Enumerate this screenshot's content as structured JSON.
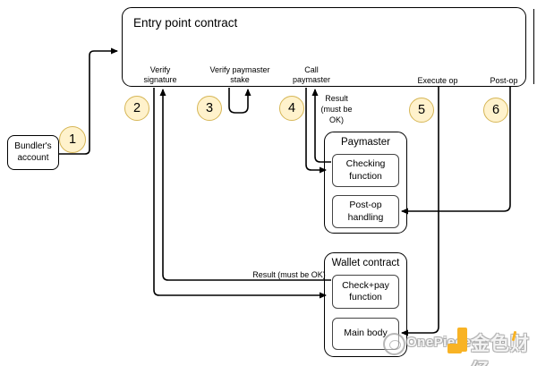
{
  "colors": {
    "step_fill": "#fff2cc",
    "step_stroke": "#d6b656",
    "line": "#000000",
    "watermark_orange": "#f7a600"
  },
  "entry": {
    "title": "Entry point contract",
    "ops": [
      {
        "label": "Verify\nsignature"
      },
      {
        "label": "Verify paymaster\nstake"
      },
      {
        "label": "Call\npaymaster"
      },
      {
        "label": "Execute op"
      },
      {
        "label": "Post-op"
      }
    ]
  },
  "bundler": {
    "label": "Bundler's\naccount"
  },
  "steps": [
    "1",
    "2",
    "3",
    "4",
    "5",
    "6"
  ],
  "paymaster": {
    "title": "Paymaster",
    "functions": [
      {
        "label": "Checking\nfunction"
      },
      {
        "label": "Post-op\nhandling"
      }
    ]
  },
  "wallet": {
    "title": "Wallet contract",
    "functions": [
      {
        "label": "Check+pay\nfunction"
      },
      {
        "label": "Main body"
      }
    ]
  },
  "annotations": {
    "result_paymaster": "Result\n(must be\nOK)",
    "result_wallet": "Result (must be OK)"
  },
  "watermark": {
    "brand": "OnePiece",
    "site": "金色财经"
  }
}
